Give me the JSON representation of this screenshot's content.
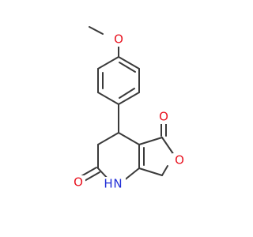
{
  "colors": {
    "background": "#ffffff",
    "bond": "#3a3a3a",
    "oxygen": "#e8121f",
    "nitrogen": "#1f2dd6"
  },
  "atoms": [
    {
      "id": "o-methoxy",
      "element": "O",
      "label": "O",
      "color_key": "oxygen"
    },
    {
      "id": "o-carbonyl-lactone",
      "element": "O",
      "label": "O",
      "color_key": "oxygen"
    },
    {
      "id": "o-ring",
      "element": "O",
      "label": "O",
      "color_key": "oxygen"
    },
    {
      "id": "o-carbonyl-lactam",
      "element": "O",
      "label": "O",
      "color_key": "oxygen"
    },
    {
      "id": "n-h",
      "element": "N",
      "label": "H",
      "color_key": "nitrogen"
    },
    {
      "id": "n",
      "element": "N",
      "label": "N",
      "color_key": "nitrogen"
    }
  ]
}
